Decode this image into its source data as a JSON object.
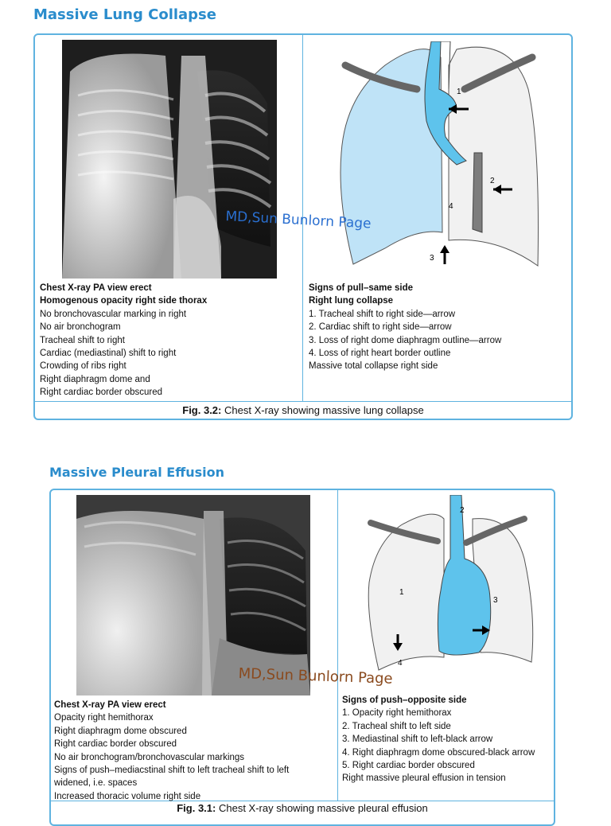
{
  "section1": {
    "title": "Massive Lung Collapse",
    "left_lines": [
      "Chest X-ray PA view erect",
      "Homogenous opacity right side thorax",
      "No bronchovascular marking in right",
      "No air bronchogram",
      "Tracheal shift to right",
      "Cardiac (mediastinal) shift to right",
      "Crowding of ribs right",
      "Right diaphragm dome and",
      "Right cardiac border obscured"
    ],
    "right_lines": [
      "Signs of pull–same side",
      "Right lung collapse",
      "1. Tracheal shift to right side—arrow",
      "2. Cardiac shift to right side—arrow",
      "3. Loss of right dome diaphragm outline—arrow",
      "4. Loss of right heart border outline",
      "Massive total collapse right side"
    ],
    "figure_label": "Fig. 3.2:",
    "figure_caption": "Chest X-ray showing massive lung collapse",
    "diagram_labels": [
      "1",
      "2",
      "3",
      "4"
    ]
  },
  "section2": {
    "title": "Massive Pleural Effusion",
    "left_lines": [
      "Chest X-ray PA view erect",
      "Opacity right hemithorax",
      "Right diaphragm dome obscured",
      "Right cardiac border obscured",
      "No air bronchogram/bronchovascular markings",
      "Signs of push–mediacstinal shift to left tracheal shift to left",
      "widened, i.e. spaces",
      "Increased thoracic volume right side"
    ],
    "right_lines": [
      "Signs of push–opposite side",
      "1. Opacity right hemithorax",
      "2. Tracheal shift to left side",
      "3. Mediastinal shift to left-black arrow",
      "4. Right diaphragm dome obscured-black arrow",
      "5. Right cardiac border obscured",
      "Right massive pleural effusion in tension"
    ],
    "figure_label": "Fig. 3.1:",
    "figure_caption": "Chest X-ray showing massive pleural effusion",
    "diagram_labels": [
      "1",
      "2",
      "3",
      "4"
    ]
  },
  "watermark": "MD,Sun Bunlorn Page",
  "colors": {
    "accent": "#2a8ccc",
    "lung_blue": "#bfe3f7",
    "airway_blue": "#5ec3ec"
  }
}
